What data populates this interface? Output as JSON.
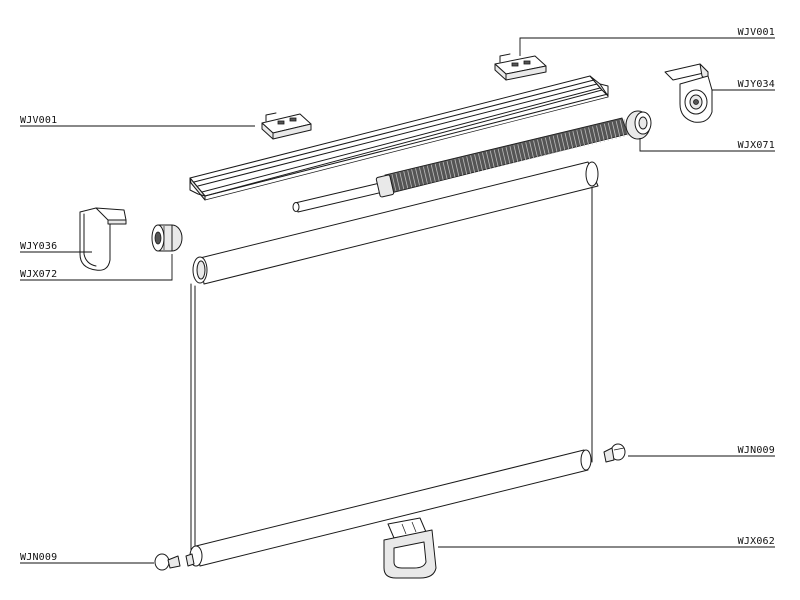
{
  "labels": {
    "wjv001_top": "WJV001",
    "wjy034": "WJY034",
    "wjv001_left": "WJV001",
    "wjx071": "WJX071",
    "wjy036": "WJY036",
    "wjx072": "WJX072",
    "wjn009_right": "WJN009",
    "wjx062": "WJX062",
    "wjn009_left": "WJN009"
  }
}
